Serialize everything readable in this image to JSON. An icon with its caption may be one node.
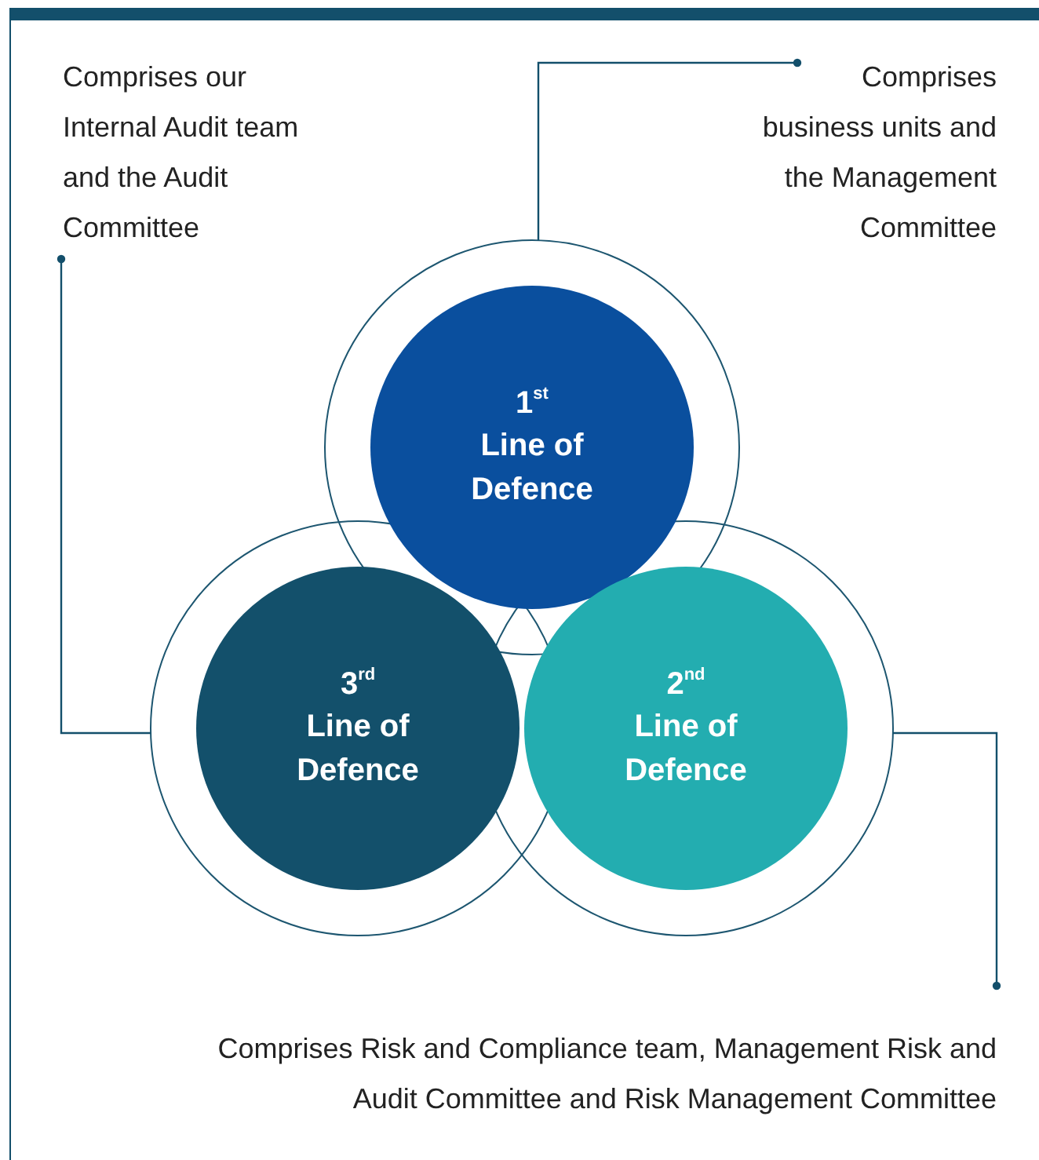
{
  "diagram": {
    "nodes": [
      {
        "text": [
          "Comprises our Internal Audit team and the Audit Committee"
        ]
      },
      {
        "text": [
          "Comprises business units and the Management Committee"
        ]
      },
      {
        "text": [
          "1$^{st}$",
          "Line of Defence"
        ]
      },
      {
        "text": [
          "3$^{rd}$",
          "Line of Defence"
        ]
      },
      {
        "text": [
          "2$^{nd}$",
          "Line of Defence"
        ]
      },
      {
        "text": [
          "Comprises Risk and Compliance team, Management Risk and Audit Committee and Risk Management Committee"
        ]
      }
    ],
    "edges": [
      {
        "from": 0,
        "to": 3,
        "arrow": "other"
      },
      {
        "from": 1,
        "to": 2,
        "arrow": "other"
      },
      {
        "from": 5,
        "to": 4,
        "arrow": "other"
      }
    ]
  }
}
